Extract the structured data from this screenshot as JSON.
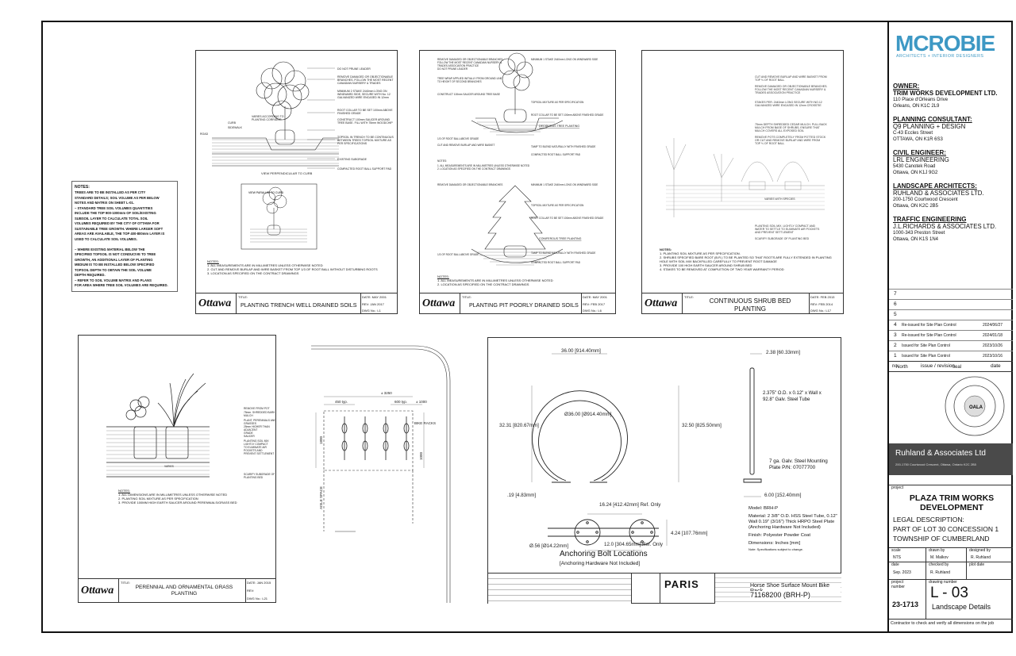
{
  "notes_left": {
    "heading": "NOTES:",
    "lines": [
      "TREES ARE TO BE INSTALLED AS PER CITY",
      "STANDARD DETAILS; SOIL VOLUME AS PER BELOW",
      "NOTES AND MATRIX ON SHEET L-01.",
      "–    STANDARD TREE SOIL VOLUMES QUANTITIES",
      "INCLUDE THE TOP 900-1000mm OF SOIL/EXISTING",
      "SUBSOIL LAYER TO CALCULATE TOTAL SOIL",
      "VOLUMES REQUIRED BY THE CITY OF OTTAWA FOR",
      "SUSTAINABLE TREE GROWTH. WHERE LARGER SOFT",
      "AREAS ARE AVAILABLE, THE TOP 400-800mm LAYER IS",
      "USED TO CALCULATE SOIL VOLUMES.",
      "",
      "–    WHERE EXISTING MATERIAL BELOW THE",
      "SPECIFIED TOPSOIL IS NOT CONDUCIVE TO TREE",
      "GROWTH, AN ADDITIONAL LAYER OF PLANTING",
      "MEDIUM IS TO BE INSTALLED BELOW SPECIFIED",
      "TOPSOIL DEPTH TO OBTAIN THE SOIL VOLUME",
      "DEPTH REQUIRED.",
      "–    REFER TO SOIL VOLUME MATRIX AND PLANS",
      "FOR AREA WHERE TREE SOIL VOLUMES ARE REQUIRED."
    ]
  },
  "details": {
    "trench": {
      "title": "PLANTING TRENCH WELL DRAINED SOILS",
      "caption1": "VIEW PERPENDICULAR TO CURB",
      "caption2": "VIEW PARALLEL TO CURB",
      "date": "MAY 2001",
      "rev": "JAN 2017",
      "dwg": "L1",
      "notes": [
        "NOTES:",
        "1.  ALL MEASUREMENTS ARE IN MILLIMETRES UNLESS OTHERWISE NOTED",
        "2.  CUT AND REMOVE BURLAP AND WIRE BASKET FROM TOP 1/3 OF ROOT BALL WITHOUT DISTURBING ROOTS",
        "3.  LOCATION AS SPECIFIED ON THE CONTRACT DRAWINGS"
      ],
      "labels": [
        "CURB",
        "SIDEWALK",
        "ROAD",
        "DO NOT PRUNE LEADER",
        "ROOT COLLAR TO BE SET 100mm ABOVE FINISHED GRADE",
        "EXISTING SUBGRADE",
        "COMPACTED ROOT BALL SUPPORT PAD"
      ]
    },
    "pit": {
      "title": "PLANTING PIT POORLY DRAINED SOILS",
      "date": "MAY 2001",
      "rev": "FEB 2017",
      "dwg": "L6",
      "sub1": "DECIDUOUS TREE PLANTING",
      "sub2": "CONIFEROUS TREE PLANTING",
      "notes": [
        "NOTES:",
        "1.  ALL MEASUREMENTS ARE IN MILLIMETRES UNLESS OTHERWISE NOTED",
        "2.  LOCATION AS SPECIFIED ON THE CONTRACT DRAWINGS"
      ]
    },
    "shrub": {
      "title": "CONTINUOUS SHRUB BED PLANTING",
      "date": "FEB 2013",
      "rev": "FEB 2014",
      "dwg": "L17",
      "label": "VARIES WITH SPECIES",
      "notes": [
        "NOTES:",
        "1.  PLANTING SOIL MIXTURE AS PER SPECIFICATION.",
        "2.  SHRUBS SPECIFIED BARE ROOT (B.R.) TO BE PLANTED SO THAT ROOTS ARE FULLY EXTENDED IN PLANTING HOLE WITH SOIL MIX BACKFILLED CAREFULLY TO PREVENT ROOT DAMAGE",
        "3.  PROVIDE 100 HIGH EARTH SAUCER AROUND SHRUB BED",
        "4.  STAKES TO BE REMOVED AT COMPLETION OF TWO YEAR WARRANTY PERIOD"
      ]
    },
    "grass": {
      "title": "PERENNIAL AND ORNAMENTAL GRASS PLANTING",
      "date": "JAN 2015",
      "dwg": "L21",
      "notes": [
        "NOTES:",
        "1. ALL DIMENSIONS ARE IN MILLIMETRES UNLESS OTHERWISE NOTED",
        "2. PLANTING SOIL MIXTURE AS PER SPECIFICATION",
        "3. PROVIDE 100MM HIGH EARTH SAUCER AROUND PERENNIALS/GRASS BED"
      ]
    },
    "bike_plan": {
      "dim_total": "± 3250",
      "dim1": "450 typ.",
      "dim2": "600 typ.",
      "dim3": "± 1000",
      "label": "BIKE RACKS",
      "aisle": "AISLE SPACE"
    },
    "rack": {
      "width": "36.00 [914.40mm]",
      "height_left": "32.31 [820.67mm]",
      "height_right": "32.50 [825.50mm]",
      "diameter": "Ø36.00 [Ø914.40mm]",
      "base": ".19 [4.83mm]",
      "tube_w": "2.38 [60.33mm]",
      "tube_spec": "2.375\" O.D. x 0.12\" x Wall x 92.8\" Galv. Steel Tube",
      "plate_spec": "7 ga. Galv. Steel Mounting Plate P/N: 07077700",
      "plate_w": "6.00 [152.40mm]",
      "bolt_span": "16.24 [412.42mm] Ref. Only",
      "bolt_h": "4.24 [107.76mm]",
      "bolt_len": "12.0 [304.65mm] Ref. Only",
      "hole": "Ø.56 [Ø14.22mm]",
      "anchor_title": "Anchoring Bolt Locations",
      "anchor_sub": "[Anchoring Hardware Not Included]",
      "model": "Model: BRH-P",
      "material": "Material: 2 3/8\" O.D. HSS Steel Tube, 0.12\" Wall 0.19\" (3/16\") Thick HRPO Steel Plate (Anchoring Hardware Not Included)",
      "finish": "Finish: Polyester Powder Coat",
      "dims": "Dimensions: Inches [mm]",
      "note": "Note: Specifications subject to change.",
      "brand": "PARIS",
      "product": "Horse Shoe Surface Mount Bike Rack",
      "part": "71168200 (BRH-P)"
    }
  },
  "title_block": {
    "logo": "MCROBIE",
    "logo_sub": "ARCHITECTS + INTERIOR DESIGNERS",
    "contacts": [
      {
        "heading": "OWNER:",
        "name": "TRIM WORKS DEVELOPMENT LTD.",
        "lines": [
          "110 Place d'Orleans Drive",
          "Orleans, ON K1C 2L9"
        ]
      },
      {
        "heading": "PLANNING CONSULTANT:",
        "name": "Q9 PLANNING + DESIGN",
        "lines": [
          "C-43 Eccles Street",
          "OTTAWA, ON K1R 6S3"
        ]
      },
      {
        "heading": "CIVIL ENGINEER:",
        "name": "LRL ENGINEERING",
        "lines": [
          "5430 Canotek Road",
          "Ottawa, ON K1J 9G2"
        ]
      },
      {
        "heading": "LANDSCAPE ARCHITECTS:",
        "name": "RUHLAND & ASSOCIATES LTD.",
        "lines": [
          "200-1750 Courtwood Crescent",
          "Ottawa, ON K2C 2B5"
        ]
      },
      {
        "heading": "TRAFFIC ENGINEERING",
        "name": "J.L.RICHARDS & ASSOCIATES LTD.",
        "lines": [
          "1000-343 Preston Street",
          "Ottawa, ON K1S 1N4"
        ]
      }
    ],
    "revisions": [
      {
        "no": "7",
        "desc": "",
        "date": ""
      },
      {
        "no": "6",
        "desc": "",
        "date": ""
      },
      {
        "no": "5",
        "desc": "",
        "date": ""
      },
      {
        "no": "4",
        "desc": "Re-issued for Site Plan Control",
        "date": "2024/06/27"
      },
      {
        "no": "3",
        "desc": "Re-issued for Site Plan Control",
        "date": "2024/01/18"
      },
      {
        "no": "2",
        "desc": "Issued for Site Plan Control",
        "date": "2023/10/26"
      },
      {
        "no": "1",
        "desc": "Issued for Site Plan Control",
        "date": "2023/10/16"
      }
    ],
    "rev_head": {
      "no": "no.",
      "desc": "issue / revision",
      "date": "date"
    },
    "north": "North",
    "seal": "seal",
    "firm": "Ruhland & Associates Ltd",
    "firm_addr": "200-1750 Courtwood Crescent, Ottawa, Ontario K2C 2B5",
    "project_label": "project",
    "project_name": "PLAZA TRIM WORKS DEVELOPMENT",
    "legal": "LEGAL DESCRIPTION:",
    "legal_lines": [
      "PART OF LOT 30 CONCESSION 1",
      "TOWNSHIP OF CUMBERLAND"
    ],
    "scale_label": "scale",
    "scale": "NTS",
    "drawn_label": "drawn by",
    "drawn": "M. Malkov",
    "designed_label": "designed by",
    "designed": "R. Ruhland",
    "date_label": "date",
    "date": "Sep. 2023",
    "checked_label": "checked by",
    "checked": "R. Ruhland",
    "plot_label": "plot date",
    "proj_no_label": "project number",
    "proj_no": "23-1713",
    "dwg_label": "drawing number",
    "dwg_no": "L - 03",
    "dwg_title": "Landscape Details",
    "footer": "Contractor to check and verify all dimensions on the job"
  },
  "common": {
    "title_label": "TITLE:",
    "date_label": "DATE:",
    "rev_label": "REV:",
    "dwg_label": "DWG No.:",
    "ottawa": "Ottawa"
  }
}
